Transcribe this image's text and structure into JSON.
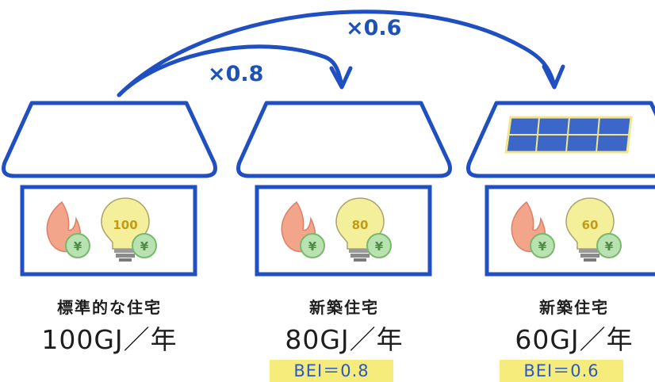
{
  "multipliers": {
    "first": "×0.8",
    "second": "×0.6"
  },
  "houses": [
    {
      "caption": "標準的な住宅",
      "energy": "100GJ／年",
      "bulb_value": "100",
      "yen": "¥",
      "bei": ""
    },
    {
      "caption": "新築住宅",
      "energy": "80GJ／年",
      "bulb_value": "80",
      "yen": "¥",
      "bei": "BEI＝0.8"
    },
    {
      "caption": "新築住宅",
      "energy": "60GJ／年",
      "bulb_value": "60",
      "yen": "¥",
      "bei": "BEI＝0.6"
    }
  ],
  "colors": {
    "house_outline": "#1f4fc0",
    "arrow": "#1f4fc0",
    "flame": "#f3a58c",
    "coin": "#b8e3b0",
    "bulb": "#f3ef9a",
    "bei_bg": "#f6ec7c",
    "solar_panel": "#3d66c9"
  },
  "icons": [
    "fire-icon",
    "light-bulb-icon",
    "yen-coin-icon",
    "solar-panel-icon",
    "curved-arrow-icon"
  ]
}
